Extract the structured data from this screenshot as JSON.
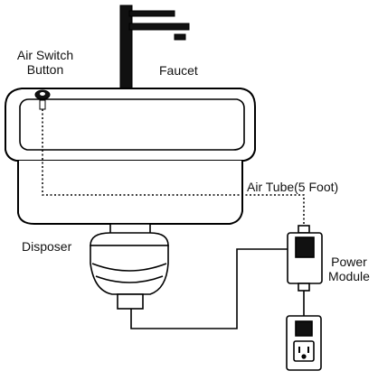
{
  "labels": {
    "air_switch_line1": "Air Switch",
    "air_switch_line2": "Button",
    "faucet": "Faucet",
    "air_tube": "Air Tube(5 Foot)",
    "disposer": "Disposer",
    "power_line1": "Power",
    "power_line2": "Module"
  },
  "colors": {
    "stroke": "#000000",
    "fill": "#ffffff",
    "faucet": "#111111"
  }
}
